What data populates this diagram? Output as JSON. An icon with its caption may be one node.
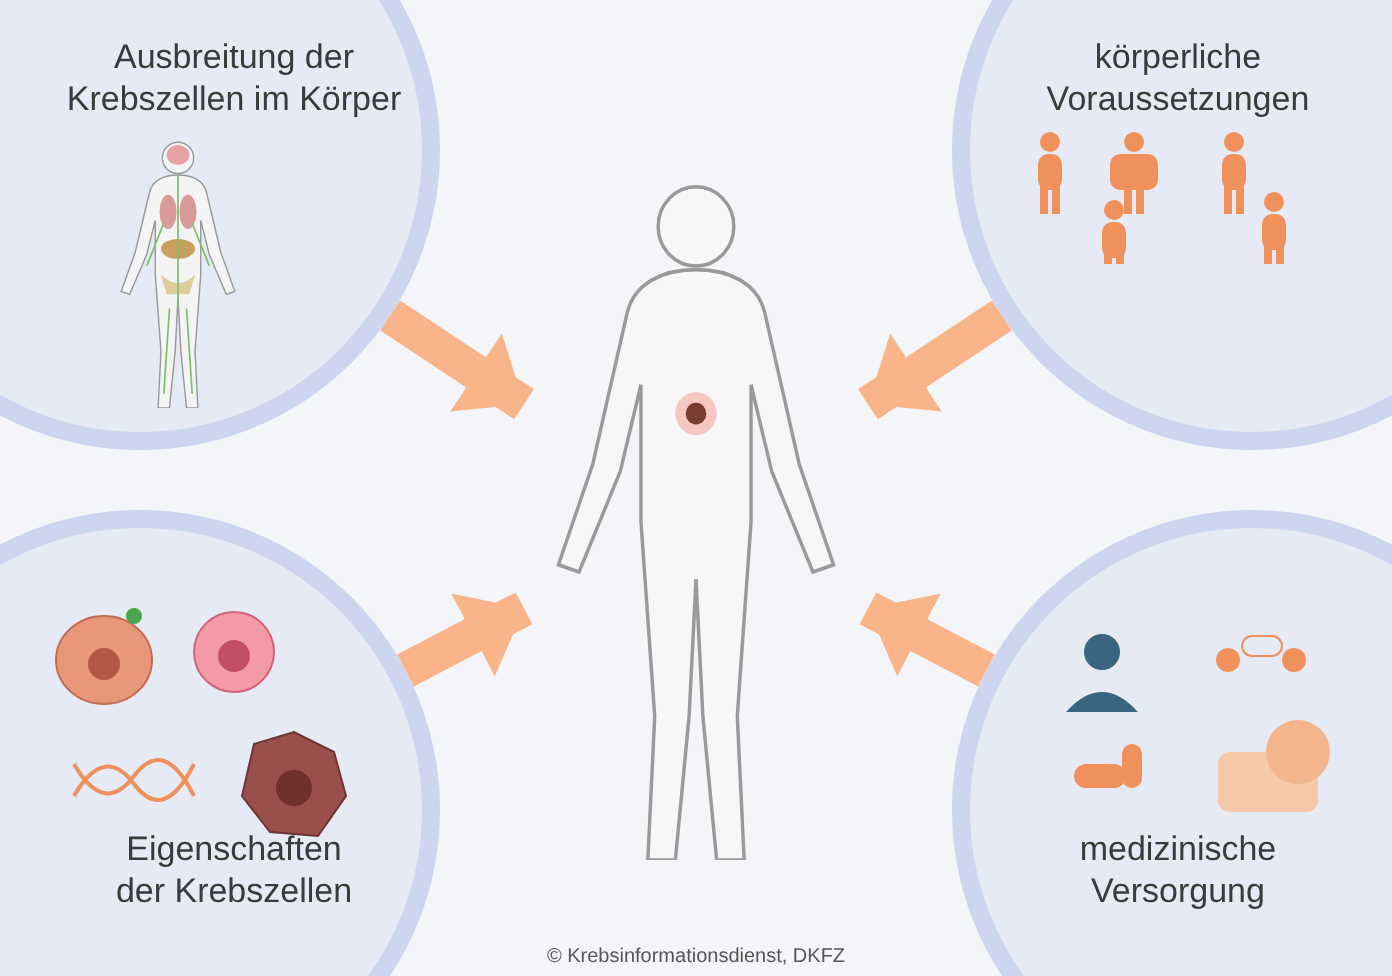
{
  "diagram": {
    "nodes": [
      {
        "text": [
          "Ausbreitung der Krebszellen im Körper"
        ]
      },
      {
        "text": [
          "körperliche Voraussetzungen"
        ]
      },
      {
        "text": [
          "Eigenschaften der Krebszellen"
        ]
      },
      {
        "text": [
          "medizinische Versorgung"
        ]
      },
      {
        "text": [],
        "shape": "picture"
      }
    ],
    "edges": [
      {
        "from": 0,
        "to": 4,
        "arrow": "to"
      },
      {
        "from": 1,
        "to": 4,
        "arrow": "to"
      },
      {
        "from": 2,
        "to": 4,
        "arrow": "to"
      },
      {
        "from": 3,
        "to": 4,
        "arrow": "to"
      }
    ],
    "labels": [
      "© Krebsinformationsdienst, DKFZ"
    ]
  }
}
